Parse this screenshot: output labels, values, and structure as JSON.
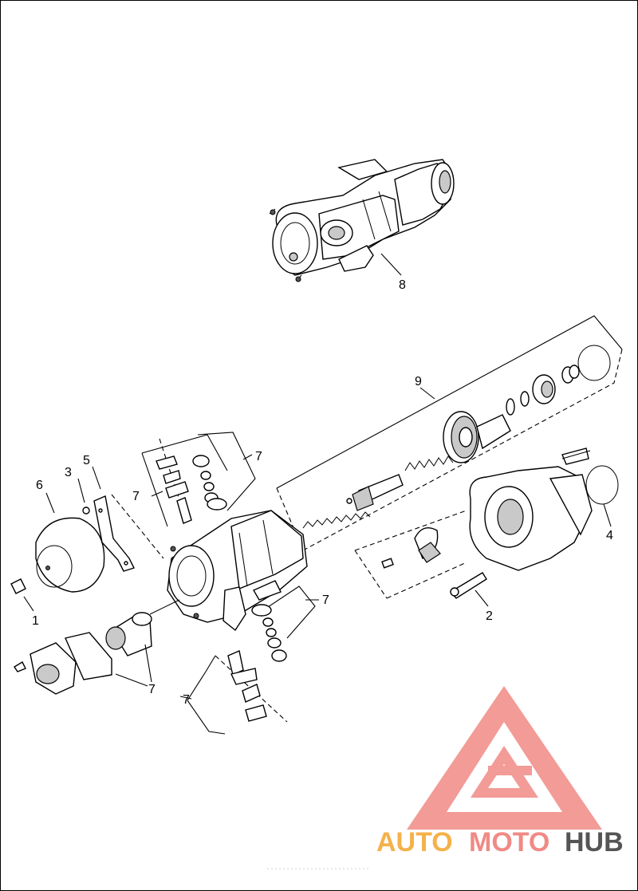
{
  "callouts": [
    {
      "id": "c1",
      "label": "1"
    },
    {
      "id": "c2",
      "label": "2"
    },
    {
      "id": "c3",
      "label": "3"
    },
    {
      "id": "c4",
      "label": "4"
    },
    {
      "id": "c5",
      "label": "5"
    },
    {
      "id": "c6",
      "label": "6"
    },
    {
      "id": "c7a",
      "label": "7"
    },
    {
      "id": "c7b",
      "label": "7"
    },
    {
      "id": "c7c",
      "label": "7"
    },
    {
      "id": "c7d",
      "label": "7"
    },
    {
      "id": "c7e",
      "label": "7"
    },
    {
      "id": "c8",
      "label": "8"
    },
    {
      "id": "c9",
      "label": "9"
    }
  ],
  "watermark": {
    "word_1": "AUTO",
    "word_2": "MOTO",
    "word_3": "HUB",
    "color_1": "#f5b14a",
    "color_2": "#f08a85",
    "color_3": "#555555",
    "logo_color": "#f08a85"
  }
}
